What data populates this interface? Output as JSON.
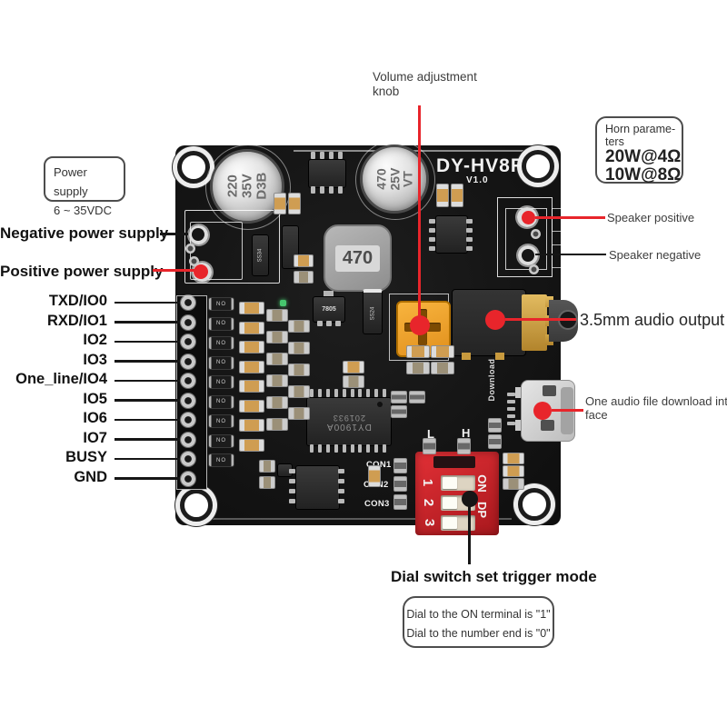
{
  "annotations": {
    "volume_knob": {
      "line1": "Volume adjustment",
      "line2": "knob"
    },
    "horn": {
      "line1": "Horn parame-",
      "line2": "ters",
      "spec1": "20W@4Ω",
      "spec2": "10W@8Ω"
    },
    "power_supply": {
      "line1": "Power supply",
      "line2": "6 ~ 35VDC"
    },
    "negative_power_supply": "Negative power supply",
    "positive_power_supply": "Positive power supply",
    "pins": [
      "TXD/IO0",
      "RXD/IO1",
      "IO2",
      "IO3",
      "One_line/IO4",
      "IO5",
      "IO6",
      "IO7",
      "BUSY",
      "GND"
    ],
    "speaker_positive": "Speaker positive",
    "speaker_negative": "Speaker negative",
    "audio_output": "3.5mm audio output",
    "download_interface": {
      "line1": "One audio file download inter-",
      "line2": "face"
    },
    "dial_switch_title": "Dial switch set trigger mode",
    "dial_note": {
      "line1": "Dial to the ON terminal is \"1\"",
      "line2": "Dial to the number end is \"0\""
    }
  },
  "pcb": {
    "model": "DY-HV8F",
    "version": "V1.0",
    "cap1": {
      "l1": "220",
      "l2": "35V",
      "l3": "D3B"
    },
    "cap2": {
      "l1": "470",
      "l2": "25V",
      "l3": "VT"
    },
    "inductor": "470",
    "main_ic": {
      "l1": "DY1900A",
      "l2": "201933"
    },
    "regulator": "7805",
    "diode_marking": "NO",
    "diode_ss34": "SS34",
    "diode_ss24": "SS24",
    "con_labels": [
      "CON1",
      "CON2",
      "CON3"
    ],
    "level_low": "L",
    "level_high": "H",
    "download": "Download",
    "dip": {
      "numbers": [
        "1",
        "2",
        "3"
      ],
      "on": "ON",
      "dp": "DP"
    }
  },
  "colors": {
    "leader_red": "#e8252b",
    "leader_black": "#161616",
    "board": "#141414",
    "dip_red": "#cf2127"
  }
}
